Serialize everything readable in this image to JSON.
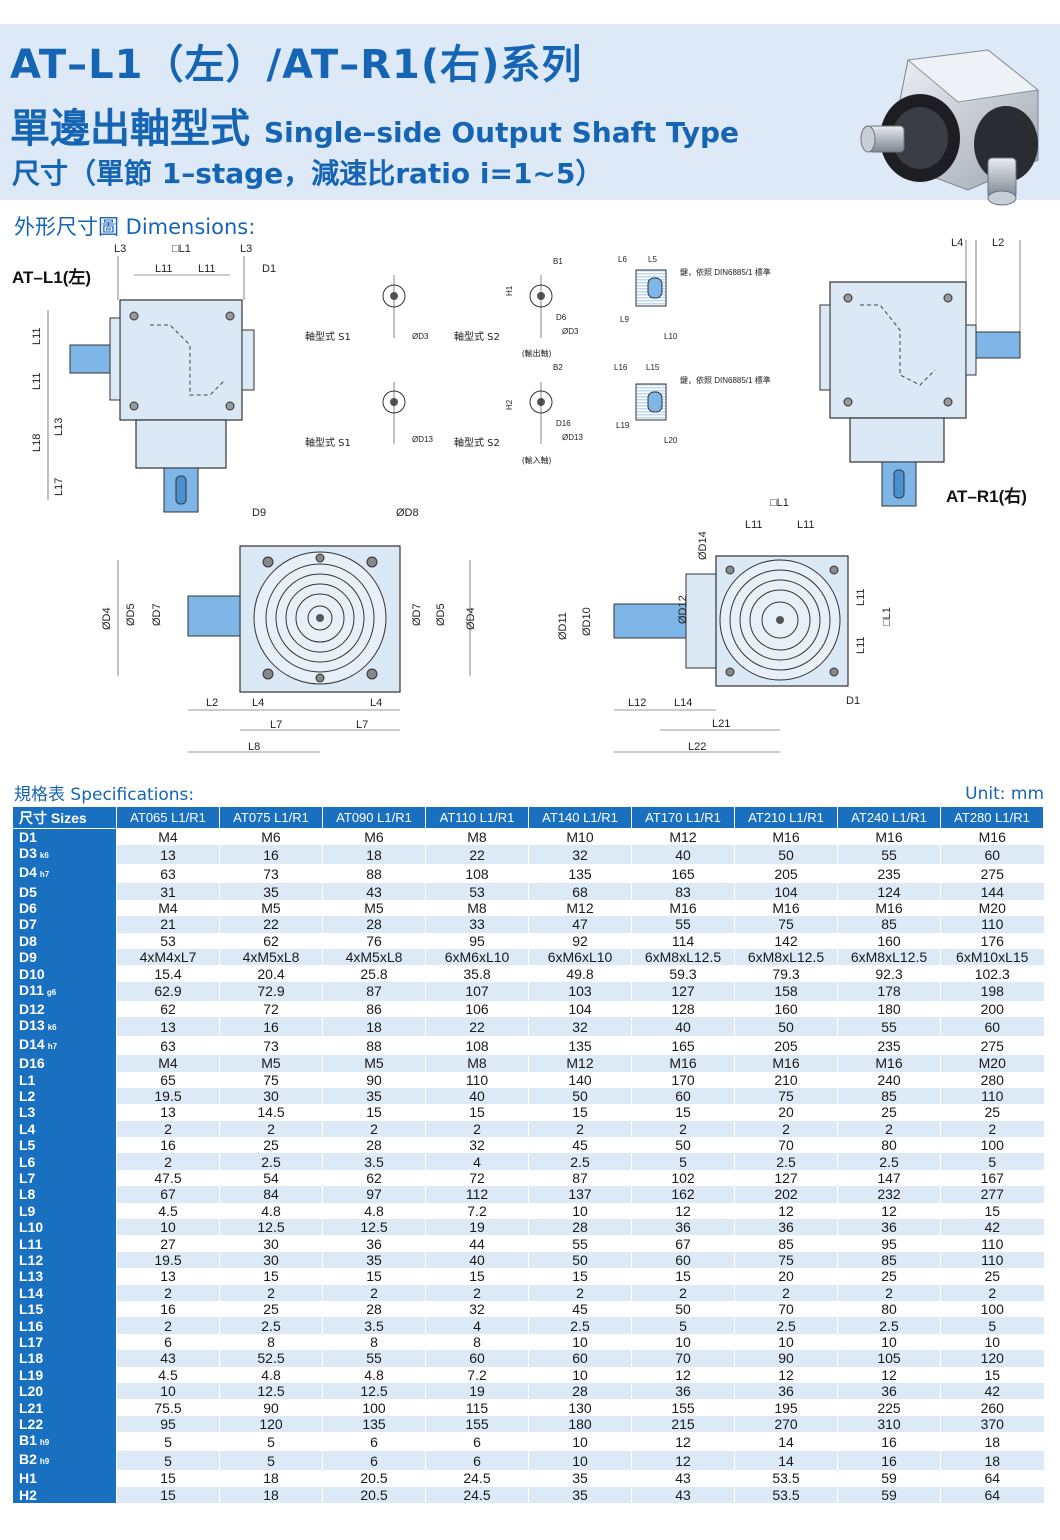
{
  "header": {
    "title_line1": "AT–L1（左）/AT–R1(右)系列",
    "title_line2_cn": "單邊出軸型式",
    "title_line2_en": "Single–side Output Shaft Type",
    "title_line3": "尺寸（單節 1–stage，減速比ratio i=1~5）"
  },
  "dimensions": {
    "heading": "外形尺寸圖 Dimensions:",
    "labels": {
      "atl1": "AT–L1(左)",
      "atr1": "AT–R1(右)",
      "shaft_s1": "軸型式 S1",
      "shaft_s2": "軸型式 S2",
      "output_shaft": "(輸出軸)",
      "input_shaft": "(輸入軸)",
      "key_note": "鍵，依照 DIN6885/1 標準",
      "l1": "L1",
      "l2": "L2",
      "l3": "L3",
      "l4": "L4",
      "l5": "L5",
      "l6": "L6",
      "l7": "L7",
      "l8": "L8",
      "l9": "L9",
      "l10": "L10",
      "l11": "L11",
      "l12": "L12",
      "l13": "L13",
      "l14": "L14",
      "l15": "L15",
      "l16": "L16",
      "l17": "L17",
      "l18": "L18",
      "l19": "L19",
      "l20": "L20",
      "l21": "L21",
      "l22": "L22",
      "d1": "D1",
      "d3": "ØD3",
      "d4": "ØD4",
      "d5": "ØD5",
      "d6": "D6",
      "d7": "ØD7",
      "d8": "ØD8",
      "d9": "D9",
      "d10": "ØD10",
      "d11": "ØD11",
      "d12": "ØD12",
      "d13": "ØD13",
      "d14": "ØD14",
      "d16": "D16",
      "b1": "B1",
      "b2": "B2",
      "h1": "H1",
      "h2": "H2",
      "sq_l1": "□L1",
      "k6": "k6",
      "h7": "h7",
      "g6": "g6",
      "h9": "h9"
    }
  },
  "specs": {
    "heading": "規格表 Specifications:",
    "unit": "Unit: mm",
    "corner": "尺寸 Sizes",
    "columns": [
      "AT065 L1/R1",
      "AT075 L1/R1",
      "AT090 L1/R1",
      "AT110 L1/R1",
      "AT140 L1/R1",
      "AT170 L1/R1",
      "AT210 L1/R1",
      "AT240 L1/R1",
      "AT280 L1/R1"
    ],
    "rows": [
      {
        "name": "D1",
        "sub": "",
        "values": [
          "M4",
          "M6",
          "M6",
          "M8",
          "M10",
          "M12",
          "M16",
          "M16",
          "M16"
        ]
      },
      {
        "name": "D3",
        "sub": "k6",
        "values": [
          "13",
          "16",
          "18",
          "22",
          "32",
          "40",
          "50",
          "55",
          "60"
        ]
      },
      {
        "name": "D4",
        "sub": "h7",
        "values": [
          "63",
          "73",
          "88",
          "108",
          "135",
          "165",
          "205",
          "235",
          "275"
        ]
      },
      {
        "name": "D5",
        "sub": "",
        "values": [
          "31",
          "35",
          "43",
          "53",
          "68",
          "83",
          "104",
          "124",
          "144"
        ]
      },
      {
        "name": "D6",
        "sub": "",
        "values": [
          "M4",
          "M5",
          "M5",
          "M8",
          "M12",
          "M16",
          "M16",
          "M16",
          "M20"
        ]
      },
      {
        "name": "D7",
        "sub": "",
        "values": [
          "21",
          "22",
          "28",
          "33",
          "47",
          "55",
          "75",
          "85",
          "110"
        ]
      },
      {
        "name": "D8",
        "sub": "",
        "values": [
          "53",
          "62",
          "76",
          "95",
          "92",
          "114",
          "142",
          "160",
          "176"
        ]
      },
      {
        "name": "D9",
        "sub": "",
        "values": [
          "4xM4xL7",
          "4xM5xL8",
          "4xM5xL8",
          "6xM6xL10",
          "6xM6xL10",
          "6xM8xL12.5",
          "6xM8xL12.5",
          "6xM8xL12.5",
          "6xM10xL15"
        ]
      },
      {
        "name": "D10",
        "sub": "",
        "values": [
          "15.4",
          "20.4",
          "25.8",
          "35.8",
          "49.8",
          "59.3",
          "79.3",
          "92.3",
          "102.3"
        ]
      },
      {
        "name": "D11",
        "sub": "g6",
        "values": [
          "62.9",
          "72.9",
          "87",
          "107",
          "103",
          "127",
          "158",
          "178",
          "198"
        ]
      },
      {
        "name": "D12",
        "sub": "",
        "values": [
          "62",
          "72",
          "86",
          "106",
          "104",
          "128",
          "160",
          "180",
          "200"
        ]
      },
      {
        "name": "D13",
        "sub": "k6",
        "values": [
          "13",
          "16",
          "18",
          "22",
          "32",
          "40",
          "50",
          "55",
          "60"
        ]
      },
      {
        "name": "D14",
        "sub": "h7",
        "values": [
          "63",
          "73",
          "88",
          "108",
          "135",
          "165",
          "205",
          "235",
          "275"
        ]
      },
      {
        "name": "D16",
        "sub": "",
        "values": [
          "M4",
          "M5",
          "M5",
          "M8",
          "M12",
          "M16",
          "M16",
          "M16",
          "M20"
        ]
      },
      {
        "name": "L1",
        "sub": "",
        "values": [
          "65",
          "75",
          "90",
          "110",
          "140",
          "170",
          "210",
          "240",
          "280"
        ]
      },
      {
        "name": "L2",
        "sub": "",
        "values": [
          "19.5",
          "30",
          "35",
          "40",
          "50",
          "60",
          "75",
          "85",
          "110"
        ]
      },
      {
        "name": "L3",
        "sub": "",
        "values": [
          "13",
          "14.5",
          "15",
          "15",
          "15",
          "15",
          "20",
          "25",
          "25"
        ]
      },
      {
        "name": "L4",
        "sub": "",
        "values": [
          "2",
          "2",
          "2",
          "2",
          "2",
          "2",
          "2",
          "2",
          "2"
        ]
      },
      {
        "name": "L5",
        "sub": "",
        "values": [
          "16",
          "25",
          "28",
          "32",
          "45",
          "50",
          "70",
          "80",
          "100"
        ]
      },
      {
        "name": "L6",
        "sub": "",
        "values": [
          "2",
          "2.5",
          "3.5",
          "4",
          "2.5",
          "5",
          "2.5",
          "2.5",
          "5"
        ]
      },
      {
        "name": "L7",
        "sub": "",
        "values": [
          "47.5",
          "54",
          "62",
          "72",
          "87",
          "102",
          "127",
          "147",
          "167"
        ]
      },
      {
        "name": "L8",
        "sub": "",
        "values": [
          "67",
          "84",
          "97",
          "112",
          "137",
          "162",
          "202",
          "232",
          "277"
        ]
      },
      {
        "name": "L9",
        "sub": "",
        "values": [
          "4.5",
          "4.8",
          "4.8",
          "7.2",
          "10",
          "12",
          "12",
          "12",
          "15"
        ]
      },
      {
        "name": "L10",
        "sub": "",
        "values": [
          "10",
          "12.5",
          "12.5",
          "19",
          "28",
          "36",
          "36",
          "36",
          "42"
        ]
      },
      {
        "name": "L11",
        "sub": "",
        "values": [
          "27",
          "30",
          "36",
          "44",
          "55",
          "67",
          "85",
          "95",
          "110"
        ]
      },
      {
        "name": "L12",
        "sub": "",
        "values": [
          "19.5",
          "30",
          "35",
          "40",
          "50",
          "60",
          "75",
          "85",
          "110"
        ]
      },
      {
        "name": "L13",
        "sub": "",
        "values": [
          "13",
          "15",
          "15",
          "15",
          "15",
          "15",
          "20",
          "25",
          "25"
        ]
      },
      {
        "name": "L14",
        "sub": "",
        "values": [
          "2",
          "2",
          "2",
          "2",
          "2",
          "2",
          "2",
          "2",
          "2"
        ]
      },
      {
        "name": "L15",
        "sub": "",
        "values": [
          "16",
          "25",
          "28",
          "32",
          "45",
          "50",
          "70",
          "80",
          "100"
        ]
      },
      {
        "name": "L16",
        "sub": "",
        "values": [
          "2",
          "2.5",
          "3.5",
          "4",
          "2.5",
          "5",
          "2.5",
          "2.5",
          "5"
        ]
      },
      {
        "name": "L17",
        "sub": "",
        "values": [
          "6",
          "8",
          "8",
          "8",
          "10",
          "10",
          "10",
          "10",
          "10"
        ]
      },
      {
        "name": "L18",
        "sub": "",
        "values": [
          "43",
          "52.5",
          "55",
          "60",
          "60",
          "70",
          "90",
          "105",
          "120"
        ]
      },
      {
        "name": "L19",
        "sub": "",
        "values": [
          "4.5",
          "4.8",
          "4.8",
          "7.2",
          "10",
          "12",
          "12",
          "12",
          "15"
        ]
      },
      {
        "name": "L20",
        "sub": "",
        "values": [
          "10",
          "12.5",
          "12.5",
          "19",
          "28",
          "36",
          "36",
          "36",
          "42"
        ]
      },
      {
        "name": "L21",
        "sub": "",
        "values": [
          "75.5",
          "90",
          "100",
          "115",
          "130",
          "155",
          "195",
          "225",
          "260"
        ]
      },
      {
        "name": "L22",
        "sub": "",
        "values": [
          "95",
          "120",
          "135",
          "155",
          "180",
          "215",
          "270",
          "310",
          "370"
        ]
      },
      {
        "name": "B1",
        "sub": "h9",
        "values": [
          "5",
          "5",
          "6",
          "6",
          "10",
          "12",
          "14",
          "16",
          "18"
        ]
      },
      {
        "name": "B2",
        "sub": "h9",
        "values": [
          "5",
          "5",
          "6",
          "6",
          "10",
          "12",
          "14",
          "16",
          "18"
        ]
      },
      {
        "name": "H1",
        "sub": "",
        "values": [
          "15",
          "18",
          "20.5",
          "24.5",
          "35",
          "43",
          "53.5",
          "59",
          "64"
        ]
      },
      {
        "name": "H2",
        "sub": "",
        "values": [
          "15",
          "18",
          "20.5",
          "24.5",
          "35",
          "43",
          "53.5",
          "59",
          "64"
        ]
      }
    ]
  }
}
